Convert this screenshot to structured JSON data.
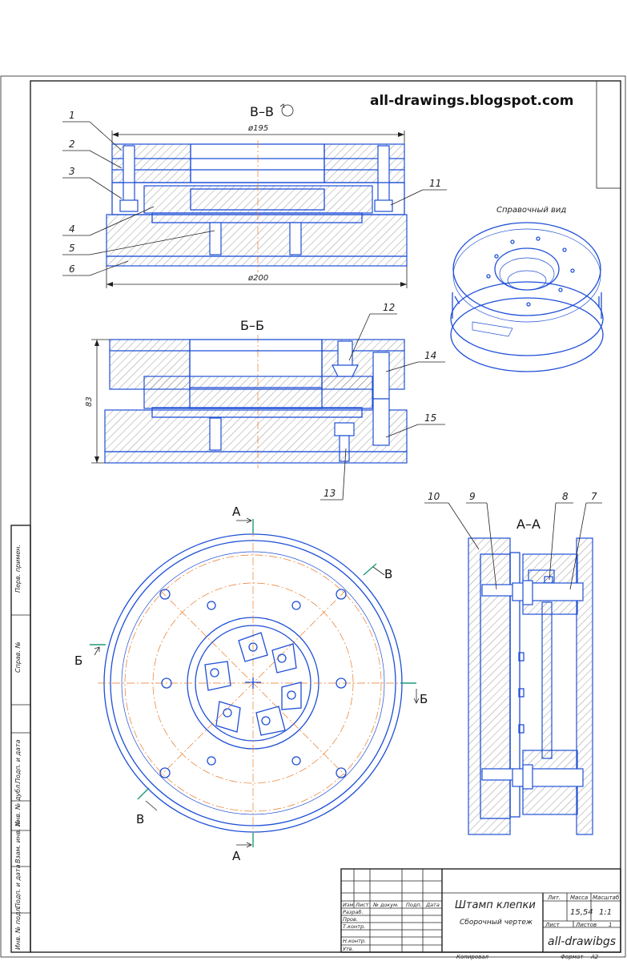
{
  "watermark": "all-drawings.blogspot.com",
  "views": {
    "section_vv": {
      "label": "В–В",
      "d195": "ø195",
      "d200": "ø200",
      "callouts": [
        "1",
        "2",
        "3",
        "4",
        "5",
        "6",
        "11"
      ]
    },
    "section_bb": {
      "label": "Б–Б",
      "dim": "83",
      "callouts": [
        "12",
        "13",
        "14",
        "15"
      ]
    },
    "section_aa": {
      "label": "А–А",
      "callouts": [
        "7",
        "8",
        "9",
        "10"
      ]
    },
    "iso": {
      "label": "Справочный вид"
    },
    "plan": {
      "cut_a_top": "А",
      "cut_a_bottom": "А",
      "cut_b_left": "Б",
      "cut_b_right": "Б",
      "cut_v_top": "В",
      "cut_v_bottom": "В"
    }
  },
  "side_stamp": [
    "Перв. примен.",
    "Справ. №",
    "Подп. и дата",
    "Инв. № дубл.",
    "Взам. инв. №",
    "Подп. и дата",
    "Инв. № подл."
  ],
  "title_block": {
    "title": "Штамп клепки",
    "subtitle": "Сборочный чертеж",
    "org": "all-drawibgs",
    "headers": [
      "Изм",
      "Лист",
      "№ докум.",
      "Подп.",
      "Дата"
    ],
    "roles": [
      "Разраб.",
      "Пров.",
      "Т.контр.",
      "Н.контр.",
      "Утв."
    ],
    "lit": "Лит.",
    "mass_label": "Масса",
    "scale_label": "Масштаб",
    "mass": "15,54",
    "scale": "1:1",
    "sheet_label": "Лист",
    "sheets_label": "Листов",
    "sheets": "1",
    "copied": "Копировал",
    "format_label": "Формат",
    "format": "A2"
  }
}
